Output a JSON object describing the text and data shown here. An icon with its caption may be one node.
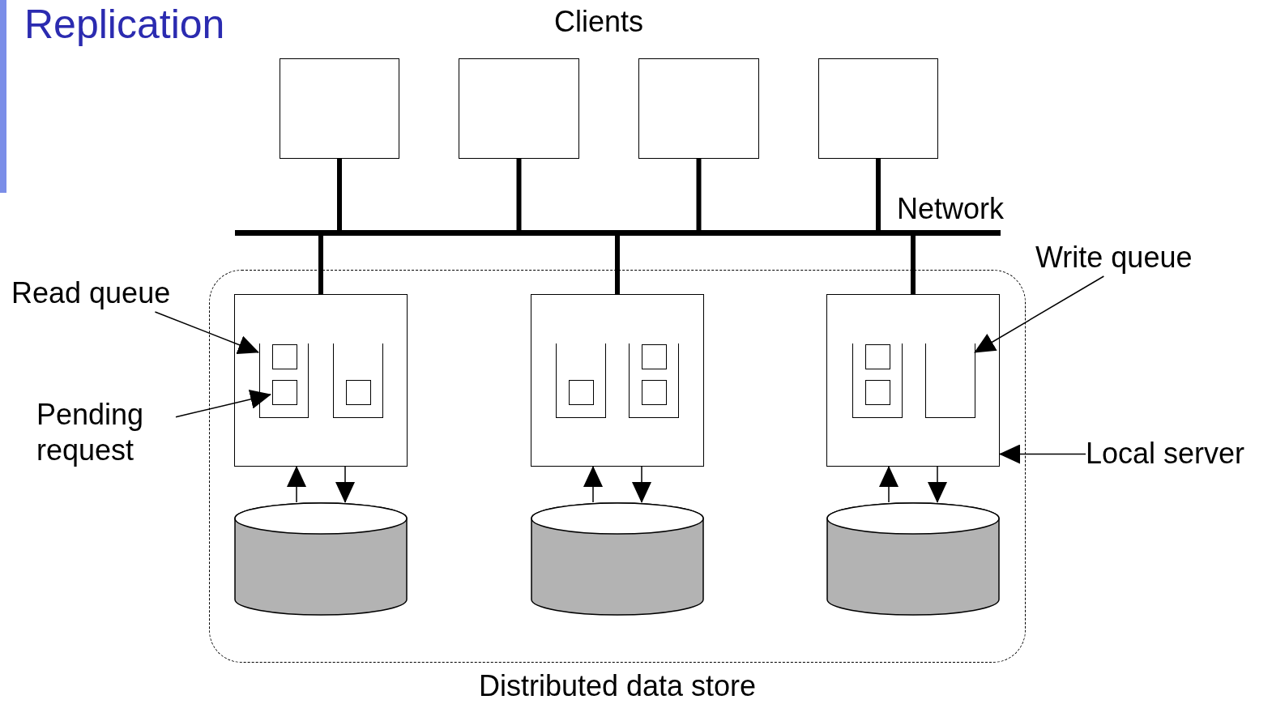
{
  "diagram": {
    "title": "Replication",
    "nodes": [
      {
        "text": [],
        "shape": "box"
      },
      {
        "text": [],
        "shape": "box"
      },
      {
        "text": [],
        "shape": "box"
      },
      {
        "text": [],
        "shape": "box"
      },
      {
        "text": [],
        "shape": "bar"
      },
      {
        "text": [
          "Read queue"
        ]
      },
      {
        "text": [
          "Write queue"
        ]
      },
      {
        "text": [
          "Distributed data store"
        ]
      },
      {
        "text": [],
        "shape": "box",
        "in": 7
      },
      {
        "text": [],
        "shape": "box",
        "in": 8
      },
      {
        "text": [],
        "shape": "box",
        "in": 9
      },
      {
        "text": [],
        "shape": "box",
        "in": 9
      },
      {
        "text": [],
        "shape": "box",
        "in": 8
      },
      {
        "text": [],
        "shape": "box",
        "in": 12
      },
      {
        "text": [],
        "shape": "box",
        "in": 7
      },
      {
        "text": [],
        "shape": "box",
        "in": 14
      },
      {
        "text": [],
        "shape": "box",
        "in": 15
      },
      {
        "text": [],
        "shape": "box",
        "in": 14
      },
      {
        "text": [],
        "shape": "box",
        "in": 17
      },
      {
        "text": [],
        "shape": "box",
        "in": 17
      },
      {
        "text": [],
        "shape": "box",
        "in": 7
      },
      {
        "text": [],
        "shape": "box",
        "in": 20
      },
      {
        "text": [],
        "shape": "box",
        "in": 21
      },
      {
        "text": [],
        "shape": "box",
        "in": 21
      },
      {
        "text": [],
        "shape": "box",
        "in": 20
      },
      {
        "text": [
          "Pending request"
        ]
      },
      {
        "text": [
          "Local server"
        ]
      },
      {
        "text": [],
        "shape": "cylinder",
        "in": 7
      },
      {
        "text": [],
        "shape": "cylinder",
        "in": 7
      },
      {
        "text": [],
        "shape": "cylinder",
        "in": 7
      }
    ],
    "edges": [
      {
        "from": 0,
        "to": 4,
        "arrow": "none",
        "style": "thick"
      },
      {
        "from": 1,
        "to": 4,
        "arrow": "none",
        "style": "thick"
      },
      {
        "from": 2,
        "to": 4,
        "arrow": "none",
        "style": "thick"
      },
      {
        "from": 3,
        "to": 4,
        "arrow": "none",
        "style": "thick"
      },
      {
        "from": 4,
        "to": 8,
        "arrow": "none",
        "style": "thick"
      },
      {
        "from": 4,
        "to": 14,
        "arrow": "none",
        "style": "thick"
      },
      {
        "from": 4,
        "to": 20,
        "arrow": "none",
        "style": "thick"
      },
      {
        "from": 27,
        "to": 8,
        "arrow": "to"
      },
      {
        "from": 8,
        "to": 27,
        "arrow": "to"
      },
      {
        "from": 28,
        "to": 14,
        "arrow": "to"
      },
      {
        "from": 14,
        "to": 28,
        "arrow": "to"
      },
      {
        "from": 29,
        "to": 20,
        "arrow": "to"
      },
      {
        "from": 20,
        "to": 29,
        "arrow": "to"
      },
      {
        "from": 5,
        "to": 9,
        "arrow": "to"
      },
      {
        "from": 25,
        "to": 11,
        "arrow": "to"
      },
      {
        "from": 6,
        "to": 24,
        "arrow": "to"
      },
      {
        "from": 26,
        "to": 20,
        "arrow": "to"
      }
    ],
    "labels": [
      "Clients",
      "Network"
    ]
  }
}
